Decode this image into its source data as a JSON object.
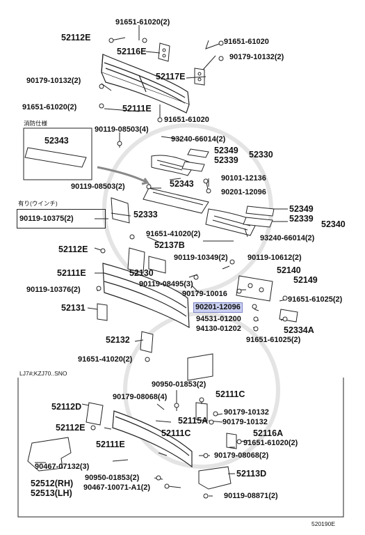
{
  "diagram": {
    "sheet_code": "520190E",
    "note_fire_spec": "消防仕様",
    "note_winch": "有り(ウインチ)",
    "note_lower_models": "LJ7#;KZJ70..SNO",
    "highlighted_part": "90201-12096",
    "parts": {
      "p91651_61020_2": "91651-61020(2)",
      "p52112E_a": "52112E",
      "p91651_61020_r": "91651-61020",
      "p52116E": "52116E",
      "p90179_10132_2_r": "90179-10132(2)",
      "p52117E": "52117E",
      "p90179_10132_2_l": "90179-10132(2)",
      "p91651_61020_2_l": "91651-61020(2)",
      "p52111E_a": "52111E",
      "p91651_61020_b": "91651-61020",
      "p90119_08503_4": "90119-08503(4)",
      "p93240_66014_2_a": "93240-66014(2)",
      "p52343_a": "52343",
      "p52349_a": "52349",
      "p52330": "52330",
      "p52339_a": "52339",
      "p90101_12136": "90101-12136",
      "p90119_08503_2": "90119-08503(2)",
      "p52343_b": "52343",
      "p90201_12096_a": "90201-12096",
      "p52349_b": "52349",
      "p52333": "52333",
      "p52339_b": "52339",
      "p52340": "52340",
      "p90119_10375_2": "90119-10375(2)",
      "p93240_66014_2_b": "93240-66014(2)",
      "p91651_41020_2_a": "91651-41020(2)",
      "p52137B": "52137B",
      "p52112E_b": "52112E",
      "p90119_10349_2": "90119-10349(2)",
      "p90119_10612_2": "90119-10612(2)",
      "p52111E_b": "52111E",
      "p52130": "52130",
      "p52140": "52140",
      "p90119_10376_2": "90119-10376(2)",
      "p90119_08495_3": "90119-08495(3)",
      "p52149": "52149",
      "p90179_10016": "90179-10016",
      "p91651_61025_2_a": "91651-61025(2)",
      "p52131": "52131",
      "p90201_12096_b": "90201-12096",
      "p94531_01200": "94531-01200",
      "p94130_01202": "94130-01202",
      "p52334A": "52334A",
      "p91651_61025_2_b": "91651-61025(2)",
      "p52132": "52132",
      "p91651_41020_2_b": "91651-41020(2)",
      "p90950_01853_2_a": "90950-01853(2)",
      "p52111C_a": "52111C",
      "p52112D": "52112D",
      "p90179_08068_4": "90179-08068(4)",
      "p90179_10132_a": "90179-10132",
      "p52115A": "52115A",
      "p90179_10132_b": "90179-10132",
      "p52112E_c": "52112E",
      "p52116A": "52116A",
      "p52111C_b": "52111C",
      "p91651_61020_2_c": "91651-61020(2)",
      "p52111E_c": "52111E",
      "p90467_07132_3": "90467-07132(3)",
      "p90179_08068_2": "90179-08068(2)",
      "p52512": "52512(RH)",
      "p52513": "52513(LH)",
      "p90950_01853_2_b": "90950-01853(2)",
      "p52113D": "52113D",
      "p90467_10071_A1_2": "90467-10071-A1(2)",
      "p90119_08871_2": "90119-08871(2)"
    }
  }
}
